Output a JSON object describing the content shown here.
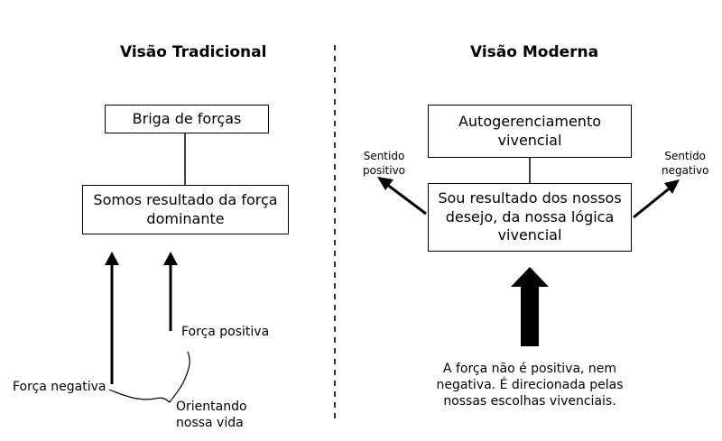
{
  "left": {
    "title": "Visão Tradicional",
    "top_box": "Briga de forças",
    "bottom_box_line1": "Somos resultado da força",
    "bottom_box_line2": "dominante",
    "force_positive": "Força positiva",
    "force_negative": "Força negativa",
    "orienting_line1": "Orientando",
    "orienting_line2": "nossa vida"
  },
  "right": {
    "title": "Visão Moderna",
    "top_box_line1": "Autogerenciamento",
    "top_box_line2": "vivencial",
    "bottom_box_line1": "Sou resultado dos nossos",
    "bottom_box_line2": "desejo, da nossa lógica",
    "bottom_box_line3": "vivencial",
    "sense_positive_line1": "Sentido",
    "sense_positive_line2": "positivo",
    "sense_negative_line1": "Sentido",
    "sense_negative_line2": "negativo",
    "caption_line1": "A força não é positiva, nem",
    "caption_line2": "negativa. É direcionada pelas",
    "caption_line3": "nossas escolhas vivenciais."
  }
}
